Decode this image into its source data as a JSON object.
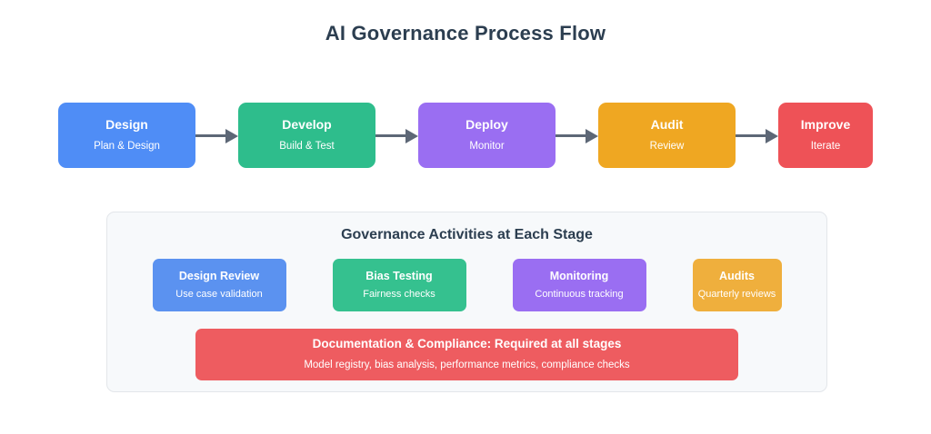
{
  "page": {
    "title": "AI Governance Process Flow",
    "title_color": "#2c3e50",
    "background": "#ffffff"
  },
  "flow": {
    "arrow_color": "#5d6776",
    "stages": [
      {
        "title": "Design",
        "subtitle": "Plan & Design",
        "color": "#4f8df6",
        "width": 151
      },
      {
        "title": "Develop",
        "subtitle": "Build & Test",
        "color": "#2ebd8c",
        "width": 151
      },
      {
        "title": "Deploy",
        "subtitle": "Monitor",
        "color": "#9a6ef2",
        "width": 151
      },
      {
        "title": "Audit",
        "subtitle": "Review",
        "color": "#efa722",
        "width": 151
      },
      {
        "title": "Improve",
        "subtitle": "Iterate",
        "color": "#ee5257",
        "width": 104
      }
    ]
  },
  "panel": {
    "title": "Governance Activities at Each Stage",
    "background": "#f7f9fb",
    "border_color": "#e3e6ea",
    "activities": [
      {
        "title": "Design Review",
        "subtitle": "Use case validation",
        "color": "#5b92f0",
        "width": 147
      },
      {
        "title": "Bias Testing",
        "subtitle": "Fairness checks",
        "color": "#35c18f",
        "width": 147
      },
      {
        "title": "Monitoring",
        "subtitle": "Continuous tracking",
        "color": "#9a6ef2",
        "width": 147
      },
      {
        "title": "Audits",
        "subtitle": "Quarterly reviews",
        "color": "#efaf3d",
        "width": 98
      }
    ],
    "activity_gap": 51,
    "banner": {
      "title": "Documentation & Compliance: Required at all stages",
      "subtitle": "Model registry, bias analysis, performance metrics, compliance checks",
      "color": "#ee5c60"
    }
  }
}
